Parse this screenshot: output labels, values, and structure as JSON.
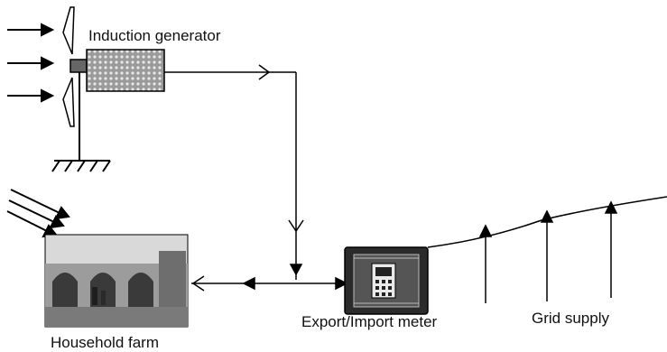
{
  "labels": {
    "induction_generator": "Induction generator",
    "export_import_meter": "Export/Import meter",
    "grid_supply": "Grid supply",
    "household_farm": "Household farm"
  },
  "colors": {
    "line": "#000000",
    "generator_fill": "#8a8a8a",
    "meter_body": "#2b2b2b",
    "photo_sky": "#d9d9d9",
    "photo_wall": "#9c9c9c"
  },
  "icons": {
    "wind": "wind-arrow-icon",
    "turbine": "wind-turbine-icon",
    "generator": "induction-generator-icon",
    "ground": "ground-hatch-icon",
    "sun": "sun-rays-icon",
    "meter": "meter-icon",
    "farm": "household-farm-photo"
  }
}
